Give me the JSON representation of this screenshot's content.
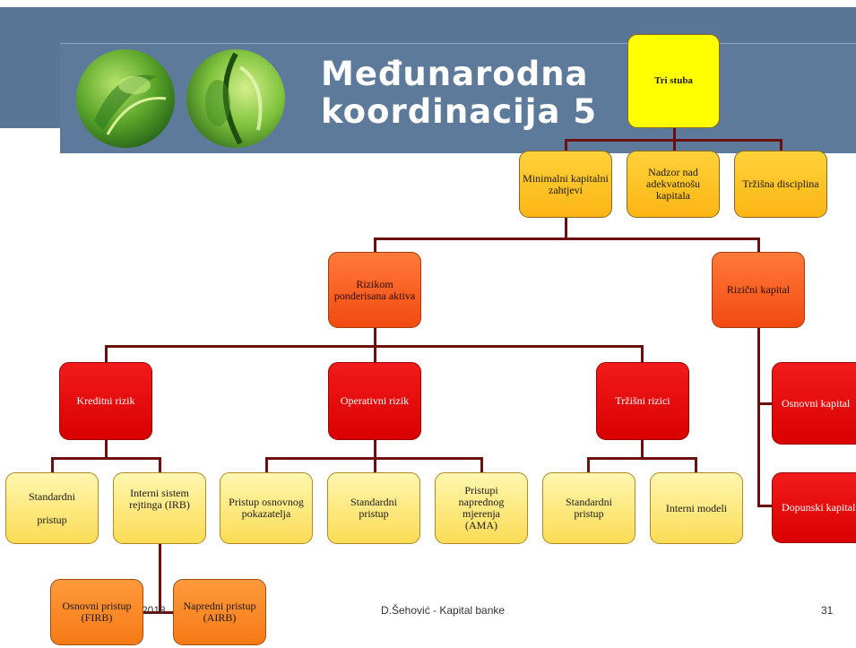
{
  "slide": {
    "title_line1": "Međunarodna",
    "title_line2": "koordinacija 5",
    "footer_date": "2018.",
    "footer_author": "D.Šehović - Kapital banke",
    "page_number": "31"
  },
  "chart": {
    "root": "Tri stuba",
    "pillars": [
      "Minimalni kapitalni zahtjevi",
      "Nadzor nad adekvatnošu kapitala",
      "Tržišna disciplina"
    ],
    "weighted_assets": "Rizikom ponderisana aktiva",
    "risk_capital": "Rizični kapital",
    "risk_types": [
      "Kreditni rizik",
      "Operativni rizik",
      "Tržišni rizici"
    ],
    "capital_types": [
      "Osnovni kapital",
      "Dopunski kapital"
    ],
    "credit_approaches": [
      "Standardni pristup",
      "Interni sistem rejtinga (IRB)"
    ],
    "operational_approaches": [
      "Pristup osnovnog pokazatelja",
      "Standardni pristup",
      "Pristupi naprednog mjerenja (AMA)"
    ],
    "market_approaches": [
      "Standardni pristup",
      "Interni modeli"
    ],
    "irb_approaches": [
      "Osnovni pristup (FIRB)",
      "Napredni pristup (AIRB)"
    ]
  }
}
